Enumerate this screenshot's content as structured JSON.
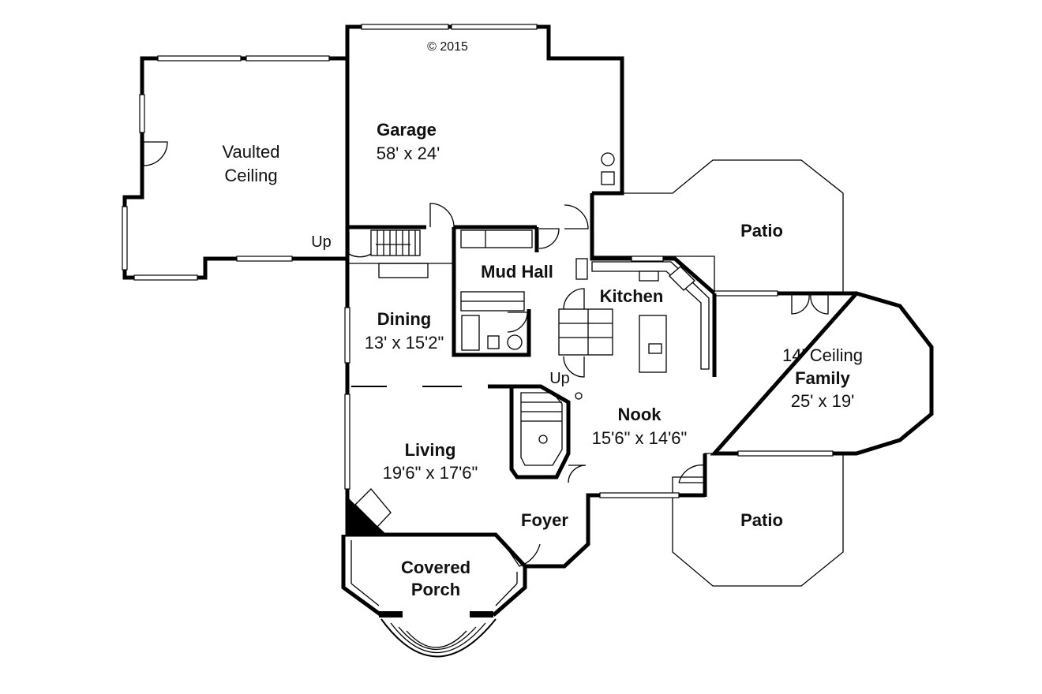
{
  "copyright": "© 2015",
  "rooms": {
    "garage": {
      "name": "Garage",
      "size": "58' x 24'"
    },
    "vaulted": {
      "line1": "Vaulted",
      "line2": "Ceiling"
    },
    "patio_top": {
      "name": "Patio"
    },
    "patio_bottom": {
      "name": "Patio"
    },
    "mud_hall": {
      "name": "Mud Hall"
    },
    "kitchen": {
      "name": "Kitchen"
    },
    "dining": {
      "name": "Dining",
      "size": "13' x 15'2\""
    },
    "family": {
      "note": "14' Ceiling",
      "name": "Family",
      "size": "25' x 19'"
    },
    "nook": {
      "name": "Nook",
      "size": "15'6\" x 14'6\""
    },
    "living": {
      "name": "Living",
      "size": "19'6\" x 17'6\""
    },
    "foyer": {
      "name": "Foyer"
    },
    "porch": {
      "line1": "Covered",
      "line2": "Porch"
    }
  },
  "stair_labels": {
    "up_garage": "Up",
    "up_main": "Up"
  }
}
